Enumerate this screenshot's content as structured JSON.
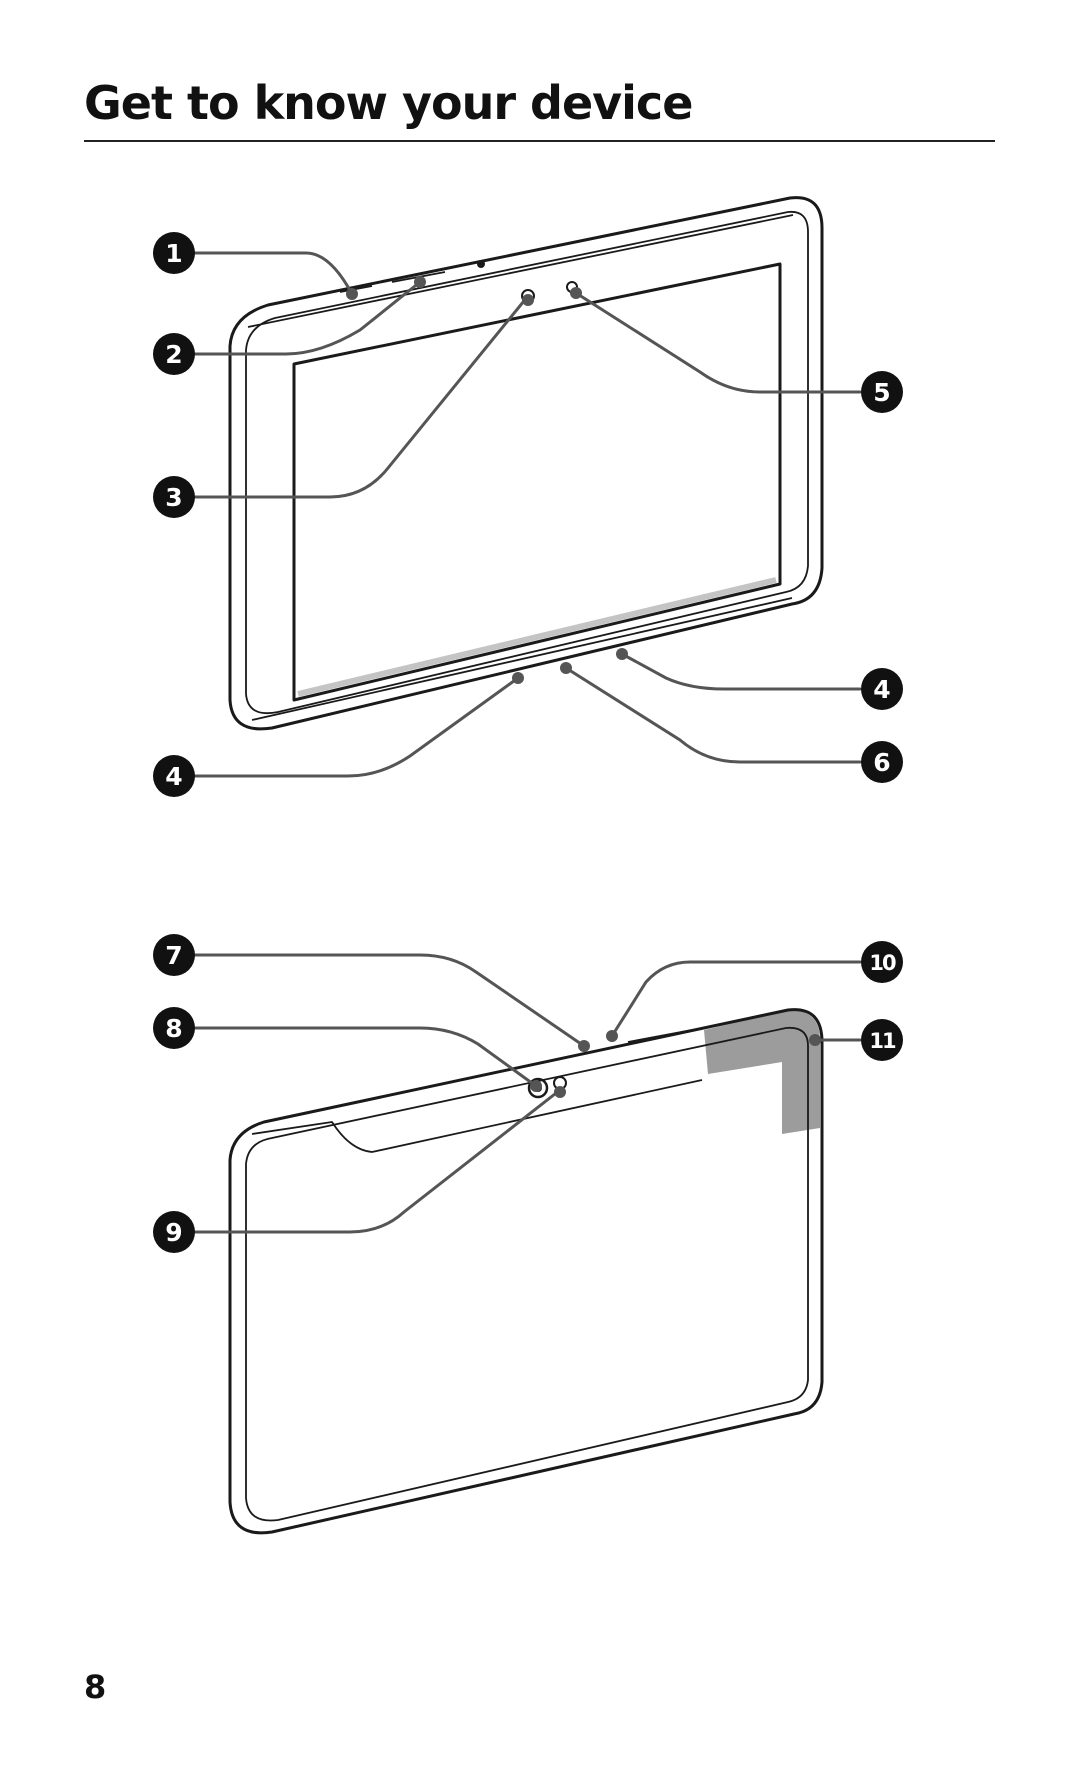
{
  "page": {
    "title": "Get to know your device",
    "page_number": "8"
  },
  "callouts": {
    "c1": "1",
    "c2": "2",
    "c3": "3",
    "c4a": "4",
    "c4b": "4",
    "c5": "5",
    "c6": "6",
    "c7": "7",
    "c8": "8",
    "c9": "9",
    "c10": "10",
    "c11": "11"
  },
  "colors": {
    "badge": "#111111",
    "leader": "#555555",
    "highlight": "#9c9c9c"
  }
}
